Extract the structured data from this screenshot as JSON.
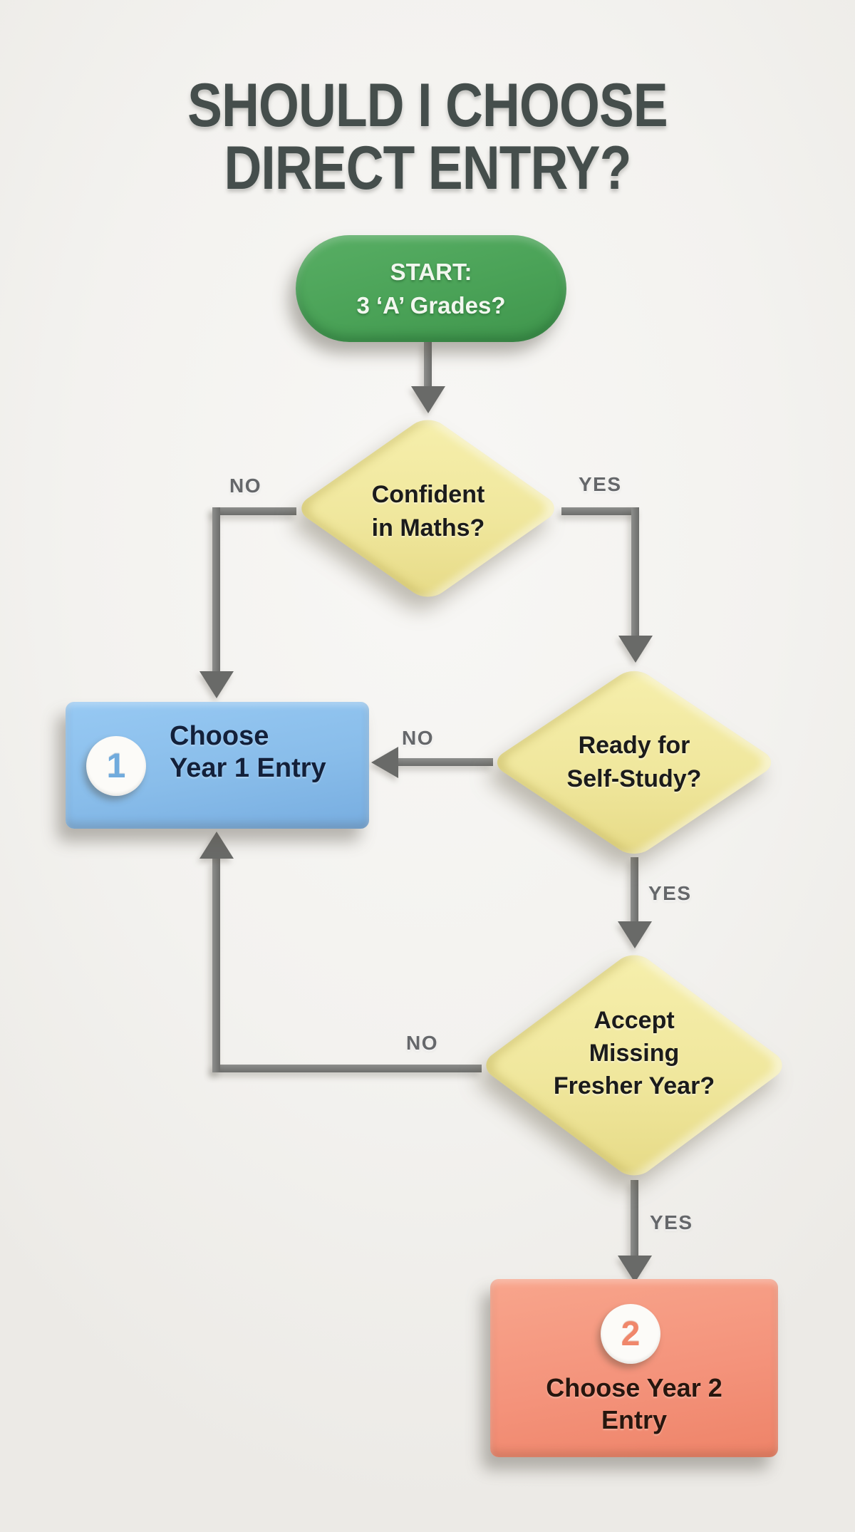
{
  "title": {
    "line1": "SHOULD I CHOOSE",
    "line2": "DIRECT ENTRY?"
  },
  "nodes": {
    "start": {
      "type": "start-pill",
      "line1": "START:",
      "line2": "3 ‘A’ Grades?"
    },
    "maths": {
      "type": "decision",
      "line1": "Confident",
      "line2": "in Maths?"
    },
    "selfstudy": {
      "type": "decision",
      "line1": "Ready for",
      "line2": "Self-Study?"
    },
    "fresher": {
      "type": "decision",
      "line1": "Accept",
      "line2": "Missing",
      "line3": "Fresher Year?"
    },
    "year1": {
      "type": "outcome",
      "badge": "1",
      "line1": "Choose",
      "line2": "Year 1 Entry"
    },
    "year2": {
      "type": "outcome",
      "badge": "2",
      "line1": "Choose Year 2",
      "line2": "Entry"
    }
  },
  "edges": {
    "maths_no": {
      "label": "NO",
      "from": "maths",
      "to": "year1"
    },
    "maths_yes": {
      "label": "YES",
      "from": "maths",
      "to": "selfstudy"
    },
    "selfstudy_no": {
      "label": "NO",
      "from": "selfstudy",
      "to": "year1"
    },
    "selfstudy_yes": {
      "label": "YES",
      "from": "selfstudy",
      "to": "fresher"
    },
    "fresher_no": {
      "label": "NO",
      "from": "fresher",
      "to": "year1"
    },
    "fresher_yes": {
      "label": "YES",
      "from": "fresher",
      "to": "year2"
    }
  },
  "colors": {
    "background": "#F3F2EF",
    "title_gray": "#454E4C",
    "start_green": "#4AA257",
    "decision_yellow": "#F0E79D",
    "year1_blue": "#89BDEA",
    "year2_salmon": "#F4937B",
    "connector_gray": "#7B7C7A",
    "edge_label_gray": "#65676A"
  }
}
